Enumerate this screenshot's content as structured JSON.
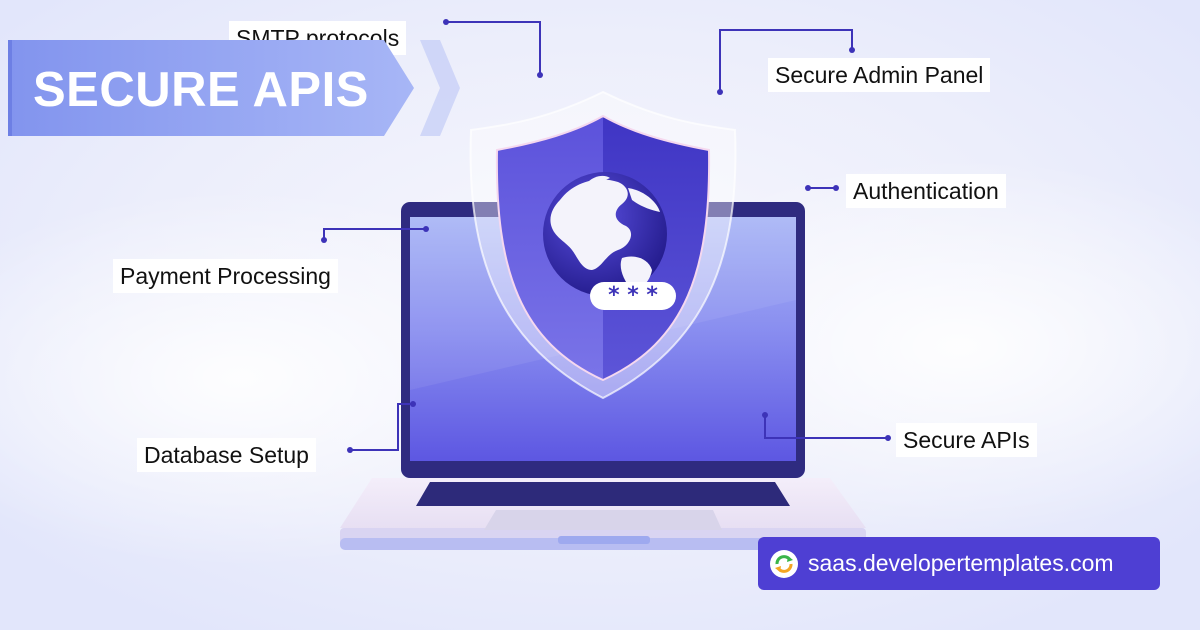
{
  "banner": {
    "title": "SECURE APIS"
  },
  "labels": {
    "smtp": "SMTP protocols",
    "admin": "Secure Admin Panel",
    "auth": "Authentication",
    "payment": "Payment Processing",
    "database": "Database Setup",
    "apis": "Secure APIs"
  },
  "password_dots": "* * *",
  "site": {
    "url": "saas.developertemplates.com",
    "logo_icon": "circular-arrows-logo-icon"
  },
  "colors": {
    "accent": "#4e3fd3",
    "banner": "#8b9cf0",
    "screen": "#6f6ee8",
    "shield": "#5a4fd8",
    "connector": "#3d33b8"
  }
}
